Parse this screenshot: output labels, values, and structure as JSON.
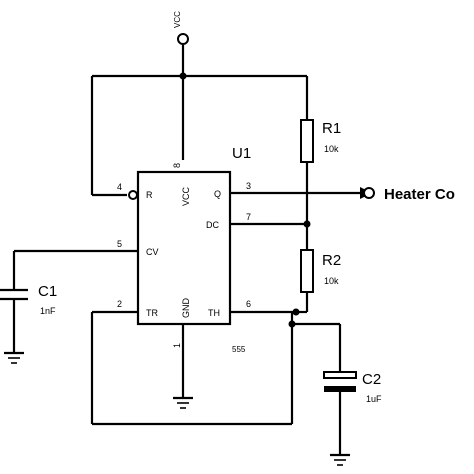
{
  "supply": {
    "label": "VCC"
  },
  "ic": {
    "ref": "U1",
    "part": "555",
    "pins": {
      "reset": {
        "name": "R",
        "number": "4"
      },
      "vcc": {
        "name": "VCC",
        "number": "8"
      },
      "output": {
        "name": "Q",
        "number": "3"
      },
      "discharge": {
        "name": "DC",
        "number": "7"
      },
      "control": {
        "name": "CV",
        "number": "5"
      },
      "trigger": {
        "name": "TR",
        "number": "2"
      },
      "ground": {
        "name": "GND",
        "number": "1"
      },
      "threshold": {
        "name": "TH",
        "number": "6"
      }
    }
  },
  "components": {
    "r1": {
      "ref": "R1",
      "value": "10k"
    },
    "r2": {
      "ref": "R2",
      "value": "10k"
    },
    "c1": {
      "ref": "C1",
      "value": "1nF"
    },
    "c2": {
      "ref": "C2",
      "value": "1uF"
    }
  },
  "output": {
    "label": "Heater Co"
  }
}
